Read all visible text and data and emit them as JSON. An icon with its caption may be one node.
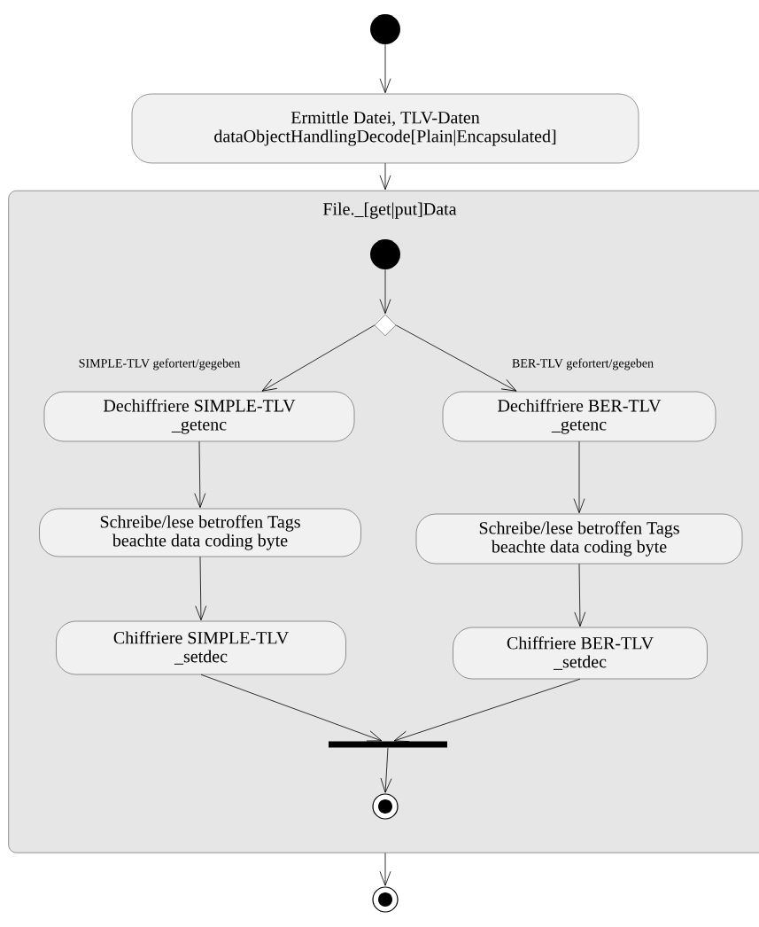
{
  "diagram": {
    "nodes": [
      {
        "text": [],
        "shape": "circle"
      },
      {
        "text": [
          "Ermittle Datei, TLV-Daten",
          "dataObjectHandlingDecode[Plain|Encapsulated]"
        ]
      },
      {
        "text": [
          "File._[get|put]Data"
        ]
      },
      {
        "text": [],
        "shape": "circle",
        "in": 2
      },
      {
        "text": [],
        "shape": "diamond",
        "in": 2
      },
      {
        "text": [
          "Dechiffriere SIMPLE-TLV",
          "_getenc"
        ],
        "in": 2
      },
      {
        "text": [
          "Dechiffriere BER-TLV",
          "_getenc"
        ],
        "in": 2
      },
      {
        "text": [
          "Schreibe/lese betroffen Tags",
          "beachte data coding byte"
        ],
        "in": 2
      },
      {
        "text": [
          "Schreibe/lese betroffen Tags",
          "beachte data coding byte"
        ],
        "in": 2
      },
      {
        "text": [
          "Chiffriere SIMPLE-TLV",
          "_setdec"
        ],
        "in": 2
      },
      {
        "text": [
          "Chiffriere BER-TLV",
          "_setdec"
        ],
        "in": 2
      },
      {
        "text": [],
        "shape": "bar",
        "in": 2
      },
      {
        "text": [],
        "shape": "bullseye",
        "in": 2
      },
      {
        "text": [],
        "shape": "bullseye"
      }
    ],
    "edges": [
      {
        "from": 0,
        "to": 1,
        "arrow": "to"
      },
      {
        "from": 1,
        "to": 2,
        "arrow": "to"
      },
      {
        "from": 3,
        "to": 4,
        "arrow": "to"
      },
      {
        "from": 4,
        "to": 5,
        "arrow": "to",
        "label": "SIMPLE-TLV gefortert/gegeben"
      },
      {
        "from": 4,
        "to": 6,
        "arrow": "to",
        "label": "BER-TLV gefortert/gegeben"
      },
      {
        "from": 5,
        "to": 7,
        "arrow": "to"
      },
      {
        "from": 7,
        "to": 9,
        "arrow": "to"
      },
      {
        "from": 6,
        "to": 8,
        "arrow": "to"
      },
      {
        "from": 8,
        "to": 10,
        "arrow": "to"
      },
      {
        "from": 9,
        "to": 11,
        "arrow": "to"
      },
      {
        "from": 10,
        "to": 11,
        "arrow": "to"
      },
      {
        "from": 11,
        "to": 12,
        "arrow": "to"
      },
      {
        "from": 2,
        "to": 13,
        "arrow": "to"
      }
    ]
  }
}
